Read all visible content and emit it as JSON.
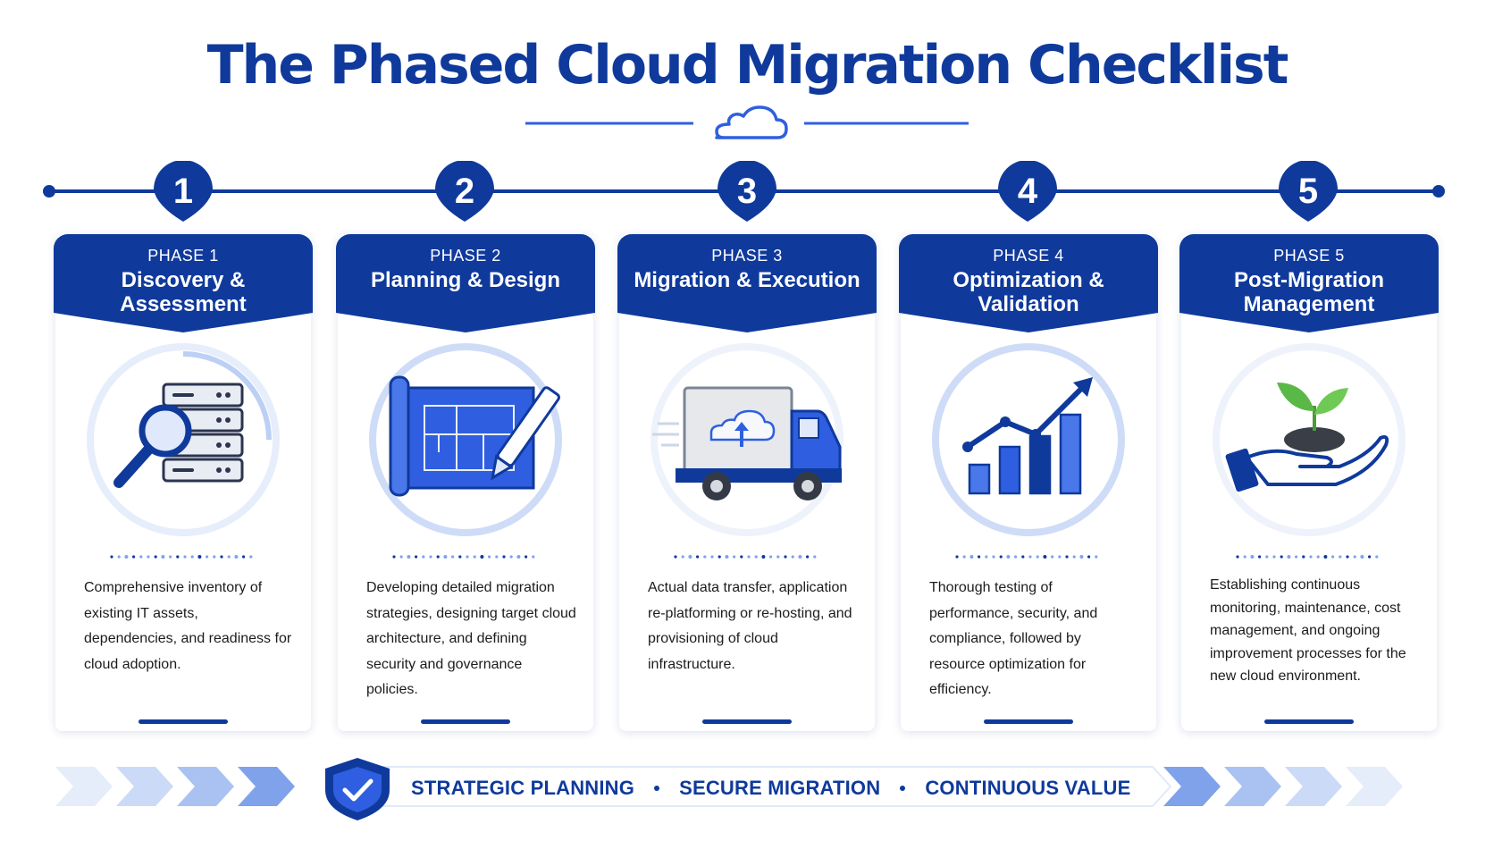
{
  "title": "The Phased Cloud Migration Checklist",
  "colors": {
    "primary": "#0f3a9c",
    "accent": "#2f5fe0",
    "light": "#cfdcf7"
  },
  "phases": [
    {
      "number": "1",
      "label": "PHASE 1",
      "title": "Discovery & Assessment",
      "icon": "server-magnifier-icon",
      "description": "Comprehensive inventory of existing IT assets, dependencies, and readiness for cloud adoption."
    },
    {
      "number": "2",
      "label": "PHASE 2",
      "title": "Planning & Design",
      "icon": "blueprint-pencil-icon",
      "description": "Developing detailed migration strategies, designing target cloud architecture, and defining security and governance policies."
    },
    {
      "number": "3",
      "label": "PHASE 3",
      "title": "Migration & Execution",
      "icon": "cloud-truck-icon",
      "description": "Actual data transfer, application re-platforming or re-hosting, and provisioning of cloud infrastructure."
    },
    {
      "number": "4",
      "label": "PHASE 4",
      "title": "Optimization & Validation",
      "icon": "growth-chart-icon",
      "description": "Thorough testing of performance, security, and compliance, followed by resource optimization for efficiency."
    },
    {
      "number": "5",
      "label": "PHASE 5",
      "title": "Post-Migration Management",
      "icon": "hand-sprout-icon",
      "description": "Establishing continuous monitoring, maintenance, cost management, and ongoing improvement processes for the new cloud environment."
    }
  ],
  "footer": {
    "items": [
      "STRATEGIC PLANNING",
      "SECURE MIGRATION",
      "CONTINUOUS VALUE"
    ]
  }
}
